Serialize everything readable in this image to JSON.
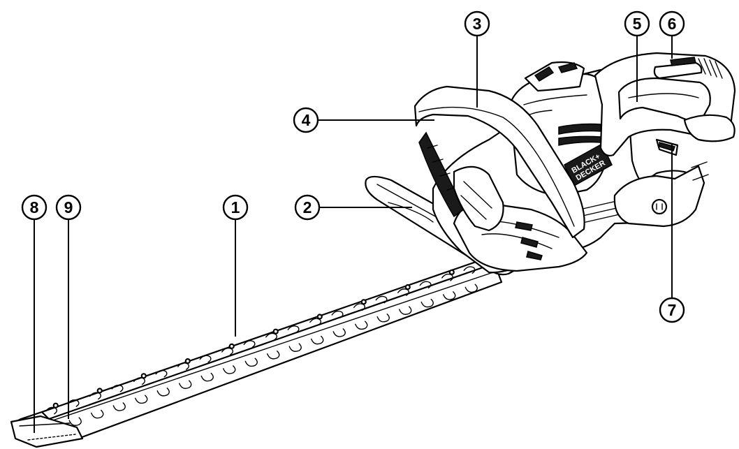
{
  "figure": {
    "brand_logo_lines": [
      "BLACK+",
      "DECKER"
    ],
    "callouts": [
      {
        "id": "callout-1",
        "label": "1"
      },
      {
        "id": "callout-2",
        "label": "2"
      },
      {
        "id": "callout-3",
        "label": "3"
      },
      {
        "id": "callout-4",
        "label": "4"
      },
      {
        "id": "callout-5",
        "label": "5"
      },
      {
        "id": "callout-6",
        "label": "6"
      },
      {
        "id": "callout-7",
        "label": "7"
      },
      {
        "id": "callout-8",
        "label": "8"
      },
      {
        "id": "callout-9",
        "label": "9"
      }
    ]
  }
}
